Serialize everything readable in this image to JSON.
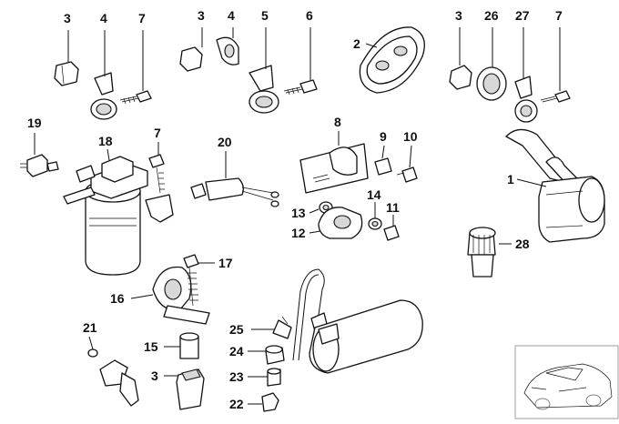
{
  "diagram": {
    "callouts": [
      "3",
      "4",
      "7",
      "3",
      "4",
      "5",
      "6",
      "2",
      "3",
      "26",
      "27",
      "7",
      "19",
      "18",
      "7",
      "20",
      "8",
      "9",
      "10",
      "1",
      "13",
      "14",
      "11",
      "12",
      "17",
      "28",
      "16",
      "21",
      "15",
      "25",
      "24",
      "3",
      "23",
      "22"
    ],
    "car_thumbnail": "car-illustration"
  }
}
